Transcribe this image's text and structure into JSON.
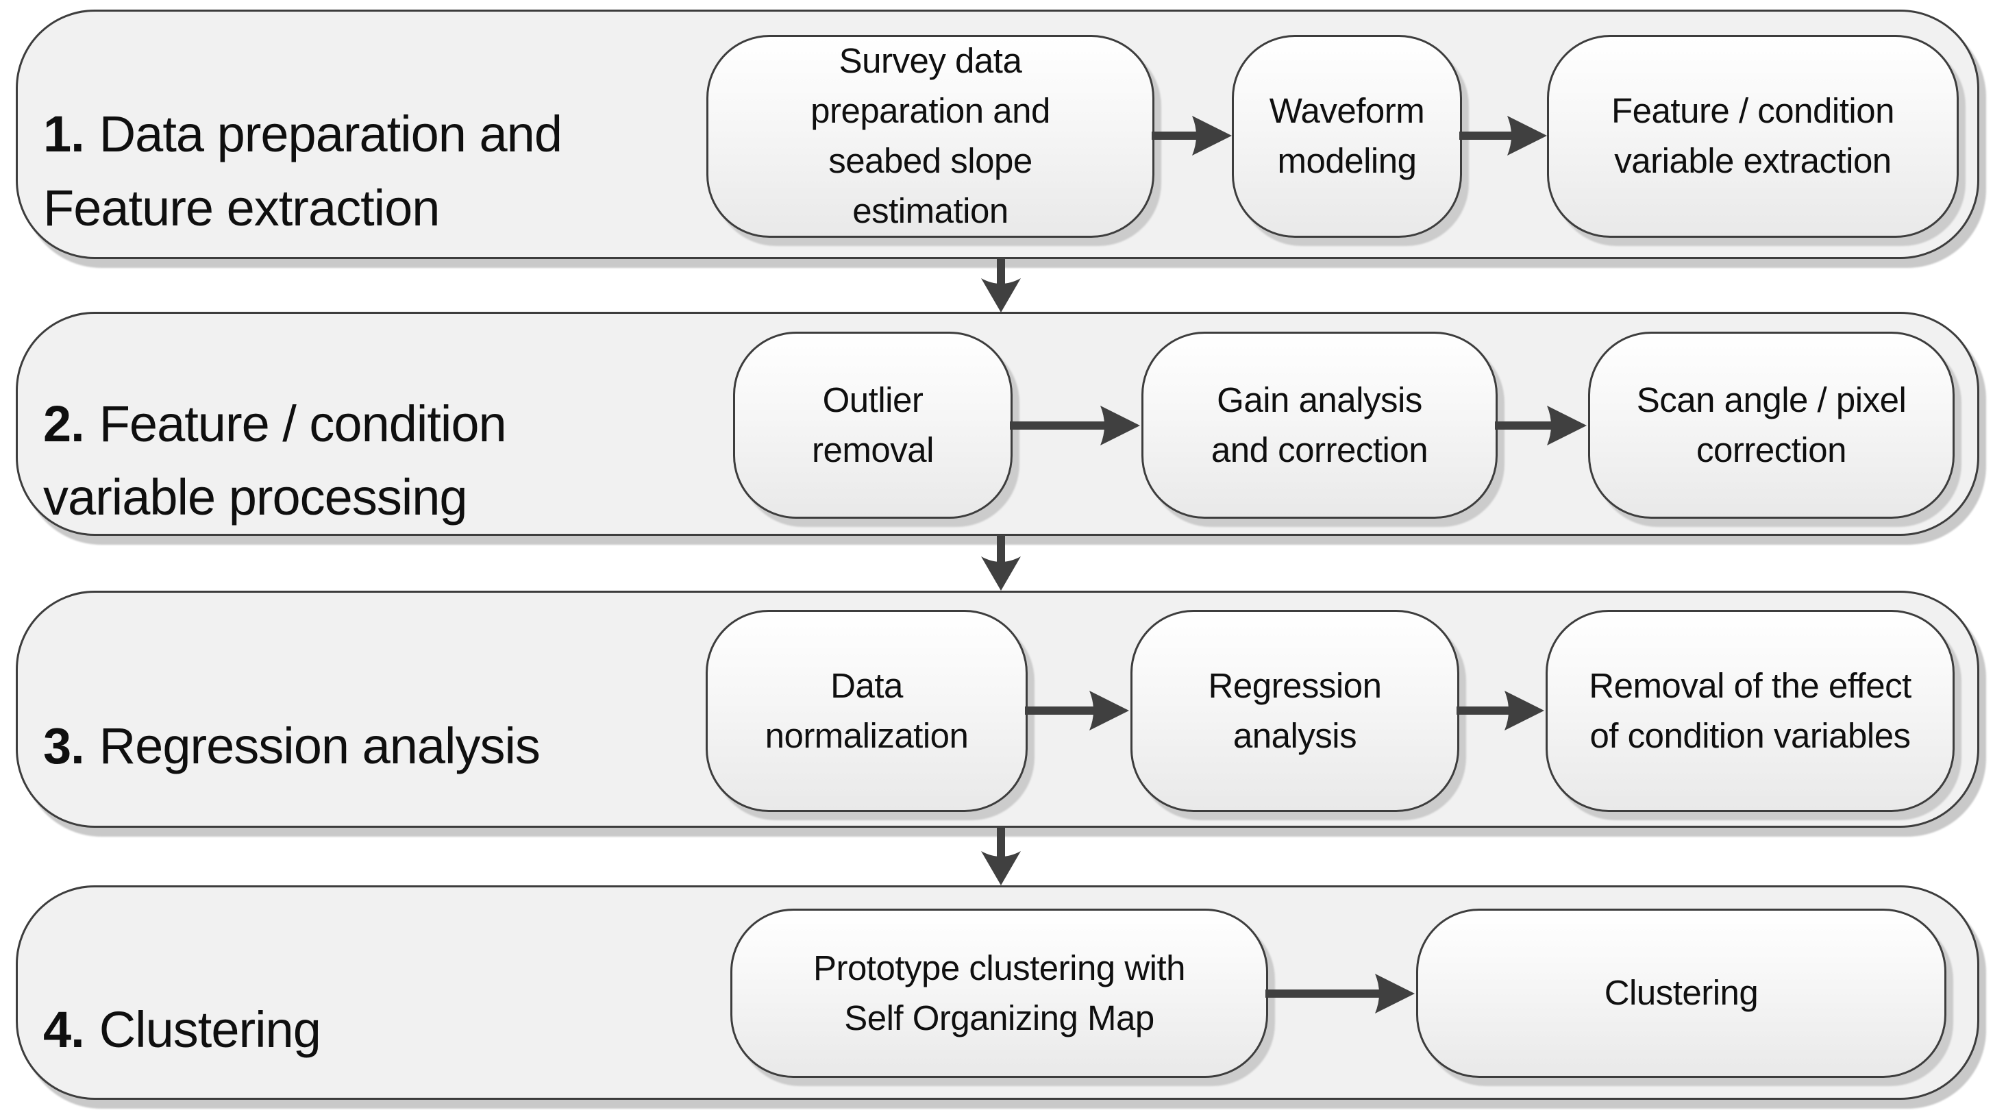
{
  "flowchart": {
    "colors": {
      "band_fill": "#f1f1f1",
      "border": "#3d3d3d",
      "box_fill_top": "#ffffff",
      "box_fill_bottom": "#e9e9e9",
      "arrow": "#404040",
      "shadow": "#c9c9c9",
      "text": "#0f0f0f"
    },
    "stages": [
      {
        "number": "1.",
        "title": "Data preparation and\nFeature extraction",
        "boxes": [
          {
            "label": "Survey data\npreparation and\nseabed slope\nestimation"
          },
          {
            "label": "Waveform\nmodeling"
          },
          {
            "label": "Feature / condition\nvariable extraction"
          }
        ]
      },
      {
        "number": "2.",
        "title": "Feature / condition\nvariable processing",
        "boxes": [
          {
            "label": "Outlier\nremoval"
          },
          {
            "label": "Gain analysis\nand correction"
          },
          {
            "label": "Scan angle / pixel\ncorrection"
          }
        ]
      },
      {
        "number": "3.",
        "title": "Regression analysis",
        "boxes": [
          {
            "label": "Data\nnormalization"
          },
          {
            "label": "Regression\nanalysis"
          },
          {
            "label": "Removal of the effect\nof condition variables"
          }
        ]
      },
      {
        "number": "4.",
        "title": "Clustering",
        "boxes": [
          {
            "label": "Prototype clustering with\nSelf Organizing Map"
          },
          {
            "label": "Clustering"
          }
        ]
      }
    ]
  }
}
